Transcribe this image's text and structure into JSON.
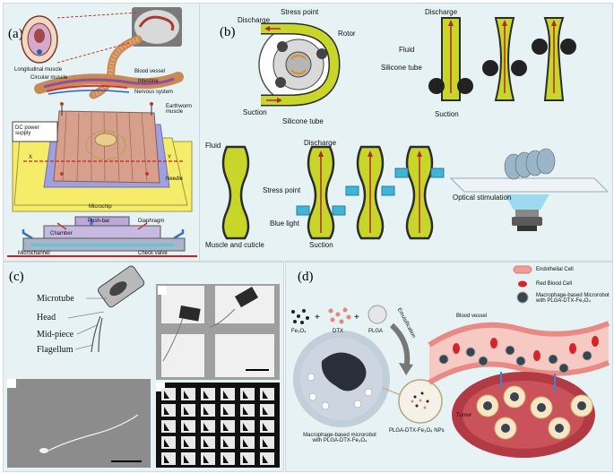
{
  "panel_a": {
    "letter": "(a)",
    "labels": {
      "longitudinal_muscle": "Longitudinal muscle",
      "circular_muscle": "Circular muscle",
      "blood_vessel": "Blood vessel",
      "intestine": "Intestine",
      "nervous_system": "Nervous system",
      "dc_power_supply": "DC power supply",
      "earthworm_muscle": "Earthworm muscle",
      "needle": "Needle",
      "microchip": "Microchip",
      "axis_x": "X",
      "axis_y": "Y",
      "push_bar": "Push-bar",
      "diaphragm": "Diaphragm",
      "chamber": "Chamber",
      "microchannel": "Microchannel",
      "check_valve": "Check valve"
    }
  },
  "panel_b": {
    "letter": "(b)",
    "labels": {
      "discharge_pump": "Discharge",
      "stress_point_pump": "Stress point",
      "rotor": "Rotor",
      "suction_pump": "Suction",
      "silicone_tube_pump": "Silicone tube",
      "discharge_tube": "Discharge",
      "fluid_top": "Fluid",
      "silicone_tube": "Silicone tube",
      "suction_tube": "Suction",
      "fluid_bottom": "Fluid",
      "discharge_bottom": "Discharge",
      "stress_point": "Stress point",
      "blue_light": "Blue light",
      "muscle_cuticle": "Muscle and cuticle",
      "suction_bottom": "Suction",
      "optical_stimulation": "Optical stimulation"
    }
  },
  "panel_c": {
    "letter": "(c)",
    "labels": {
      "microtube": "Microtube",
      "head": "Head",
      "mid_piece": "Mid-piece",
      "flagellum": "Flagellum"
    }
  },
  "panel_d": {
    "letter": "(d)",
    "labels": {
      "fe3o4": "Fe₃O₄",
      "dtx": "DTX",
      "plga": "PLGA",
      "emulsification": "Emulsification",
      "endothelial_cell": "Endothelial Cell",
      "red_blood_cell": "Red Blood Cell",
      "macrophage_legend": "Macrophage-based Microrobot with PLGA-DTX-Fe₃O₄",
      "blood_vessel": "Blood vessel",
      "tumor": "Tumor",
      "macrophage_caption": "Macrophage-based microrobot with PLGA-DTX-Fe₃O₄",
      "nps_caption": "PLGA-DTX-Fe₃O₄ NPs"
    }
  },
  "colors": {
    "panel_bg": "#e6f2f3",
    "tube_fill": "#c8d62a",
    "tube_edge": "#2c2c2c",
    "arrow_red": "#b3262b",
    "blue_light": "#3fb6d8",
    "microchip_yellow": "#f5ec6a",
    "microchip_purple": "#9fa0df",
    "vessel_pink": "#f29a9a"
  }
}
